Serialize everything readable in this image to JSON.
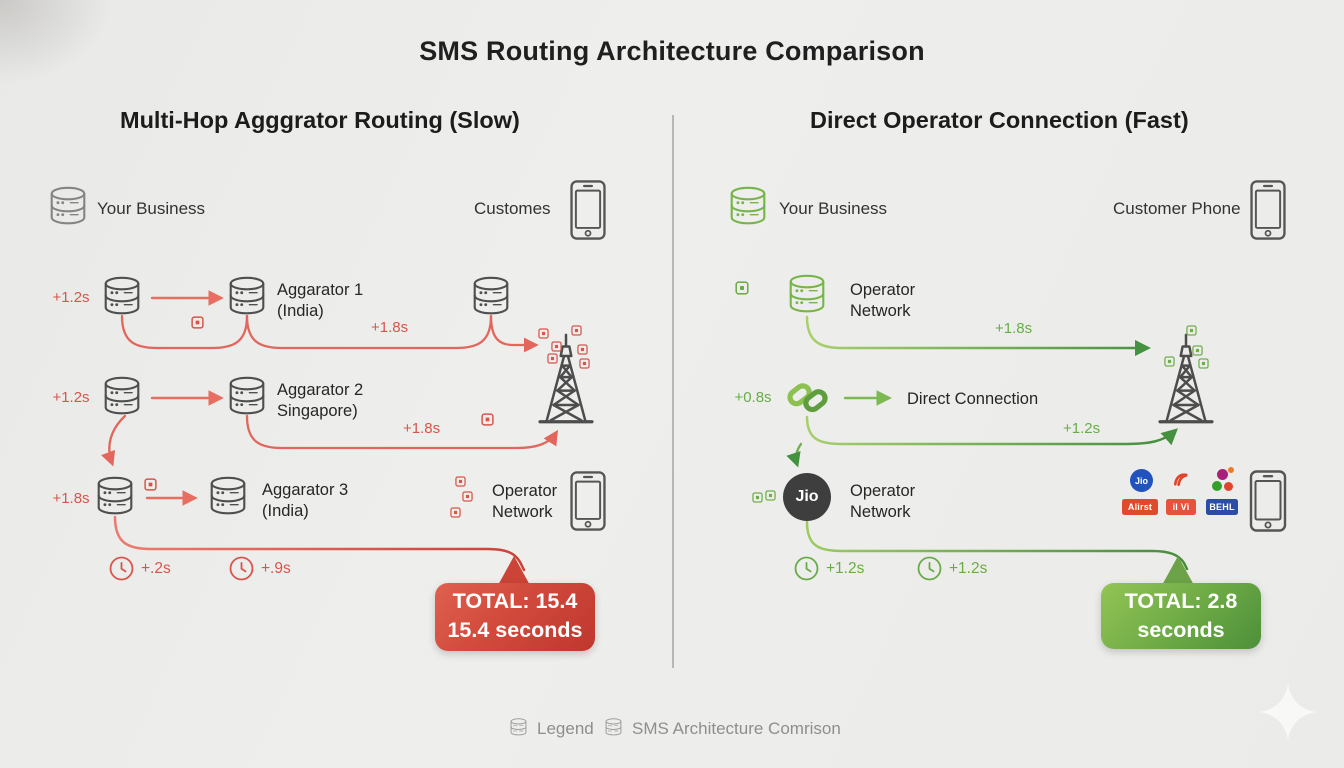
{
  "title": "SMS Routing Architecture Comparison",
  "colors": {
    "red_accent": "#d9544b",
    "red_line": "#e2665c",
    "green_accent": "#68ac48",
    "green_line_dark": "#44913f",
    "badge_red": "#bf372e",
    "badge_green": "#4d8f3a",
    "background": "#ececea"
  },
  "icons": {
    "database": "cylinder-stack",
    "phone": "smartphone-outline",
    "tower": "cell-tower",
    "clock": "clock-face",
    "message": "message-square",
    "chain": "chain-links",
    "sparkle": "four-point-star"
  },
  "left": {
    "heading": "Multi-Hop Agggrator Routing (Slow)",
    "business": "Your Business",
    "customer": "Customes",
    "rows": [
      {
        "delay": "+1.2s",
        "name": "Aggarator 1",
        "region": "(India)",
        "hop": "+1.8s"
      },
      {
        "delay": "+1.2s",
        "name": "Aggarator 2",
        "region": "Singapore)",
        "hop": "+1.8s"
      },
      {
        "delay": "+1.8s",
        "name": "Aggarator 3",
        "region": "(India)"
      }
    ],
    "operator1": "Operator",
    "operator2": "Network",
    "clock1": "+.2s",
    "clock2": "+.9s",
    "total1": "TOTAL: 15.4",
    "total2": "15.4 seconds"
  },
  "right": {
    "heading": "Direct Operator Connection (Fast)",
    "business": "Your Business",
    "customer": "Customer Phone",
    "row1": {
      "op1": "Operator",
      "op2": "Network",
      "hop": "+1.8s"
    },
    "row2": {
      "delay": "+0.8s",
      "label": "Direct Connection",
      "hop": "+1.2s"
    },
    "row3": {
      "jio": "Jio",
      "op1": "Operator",
      "op2": "Network"
    },
    "logos": {
      "jio": "Jio",
      "airtel": "Alirst",
      "vi": "il Vi",
      "bsnl": "BEHL"
    },
    "clock1": "+1.2s",
    "clock2": "+1.2s",
    "total1": "TOTAL: 2.8",
    "total2": "seconds"
  },
  "footer": {
    "legend": "Legend",
    "caption": "SMS Architecture Comrison"
  }
}
